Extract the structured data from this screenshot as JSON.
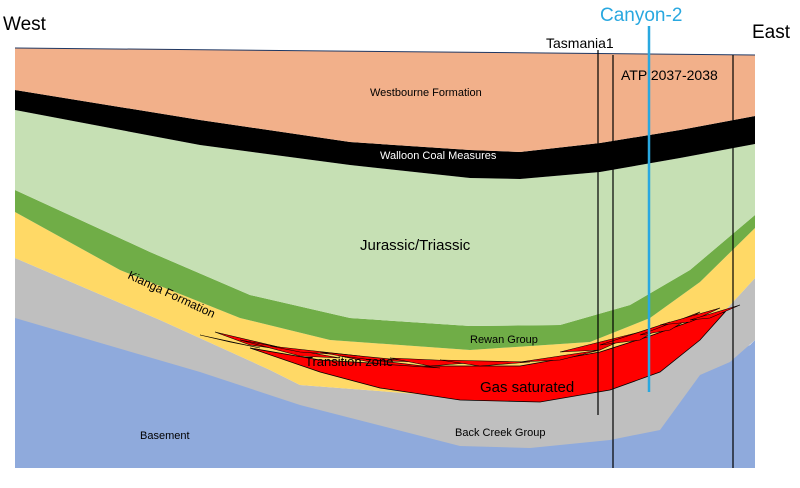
{
  "orientation": {
    "west": "West",
    "east": "East"
  },
  "wells": {
    "tasmania": "Tasmania1",
    "canyon": "Canyon-2",
    "atp": "ATP 2037-2038"
  },
  "layers": {
    "westbourne": "Westbourne Formation",
    "walloon": "Walloon Coal Measures",
    "jurassic": "Jurassic/Triassic",
    "rewan": "Rewan Group",
    "kianga": "Kianga Formation",
    "transition": "Transition zone",
    "gas": "Gas saturated",
    "backcreek": "Back Creek Group",
    "basement": "Basement"
  },
  "colors": {
    "westbourne": "#f2b08a",
    "walloon": "#000000",
    "jurassic": "#c6e0b4",
    "rewan": "#70ad47",
    "kianga": "#ffd966",
    "transition": "#f4b183",
    "gas": "#ff0000",
    "backcreek": "#bfbfbf",
    "basement": "#8faadc",
    "canyon_well": "#29a8e0"
  }
}
